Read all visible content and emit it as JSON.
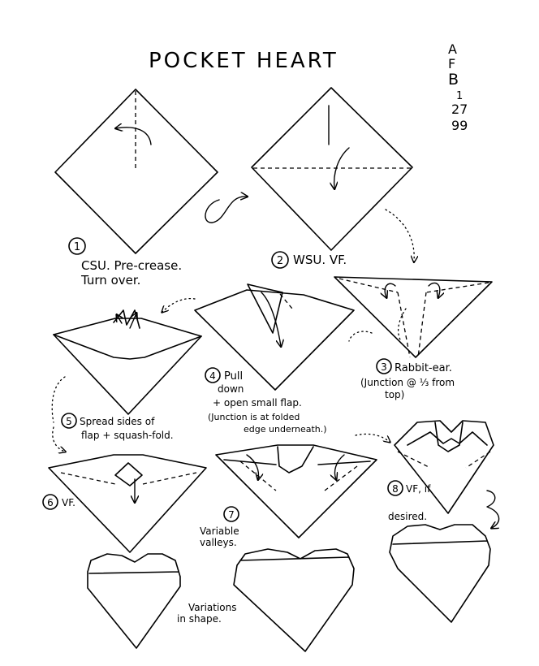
{
  "title": "POCKET HEART",
  "author": [
    "A",
    "F",
    "B"
  ],
  "date": [
    "1",
    "27",
    "99"
  ],
  "steps": [
    {
      "num": "1",
      "lines": [
        "CSU. Pre-crease.",
        "Turn over."
      ]
    },
    {
      "num": "2",
      "lines": [
        "WSU. VF."
      ]
    },
    {
      "num": "3",
      "lines": [
        "Rabbit-ear.",
        "(Junction @ ⅓ from",
        "top)"
      ]
    },
    {
      "num": "4",
      "lines": [
        "Pull",
        "down",
        "+ open small flap.",
        "(Junction is at folded",
        "edge underneath.)"
      ]
    },
    {
      "num": "5",
      "lines": [
        "Spread sides of",
        "flap + squash-fold."
      ]
    },
    {
      "num": "6",
      "lines": [
        "VF."
      ]
    },
    {
      "num": "7",
      "lines": [
        "Variable",
        "valleys."
      ]
    },
    {
      "num": "8",
      "lines": [
        "VF, if",
        "desired."
      ]
    }
  ],
  "variations_note": [
    "Variations",
    "in shape."
  ]
}
